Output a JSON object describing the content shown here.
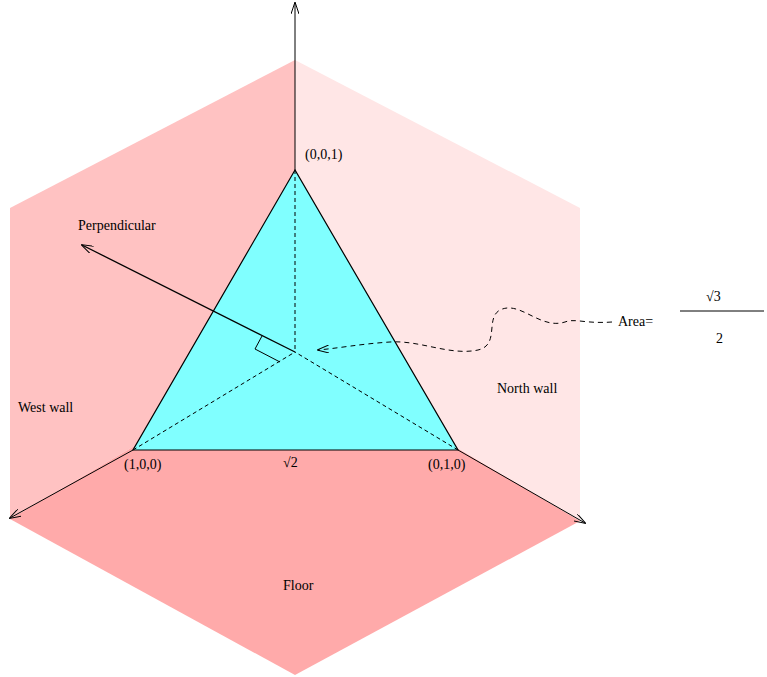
{
  "diagram": {
    "labels": [
      "(0,0,1)",
      "Perpendicular",
      "Area=",
      "√3",
      "2",
      "West wall",
      "North wall",
      "(1,0,0)",
      "(0,1,0)",
      "√2",
      "Floor"
    ]
  }
}
